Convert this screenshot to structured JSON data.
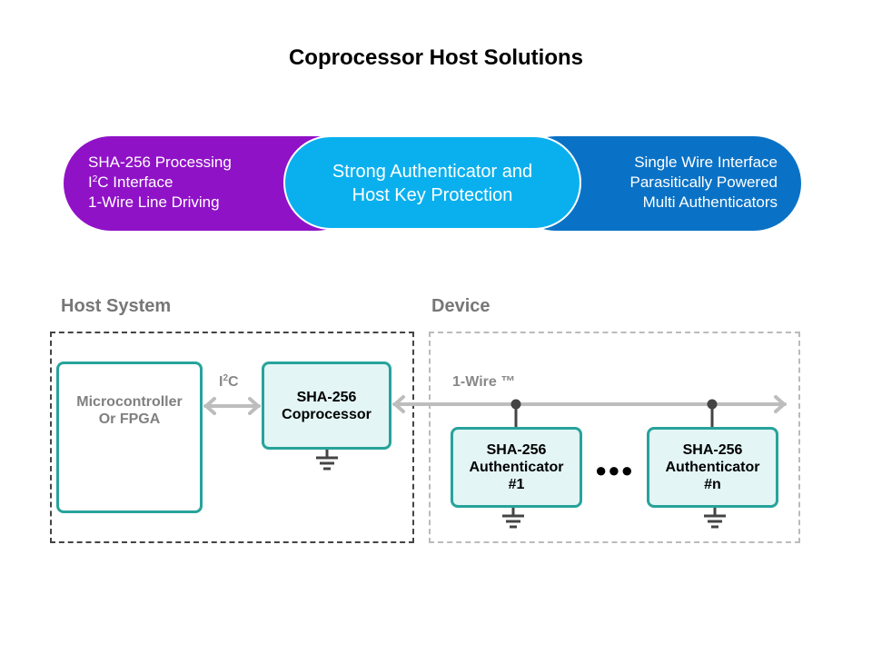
{
  "title": "Coprocessor Host Solutions",
  "banner": {
    "left": {
      "lines": [
        "SHA-256  Processing",
        "I",
        "2",
        "C Interface",
        "1-Wire Line Driving"
      ],
      "color": "#9012c7"
    },
    "middle": {
      "lines": [
        "Strong Authenticator and",
        "Host Key Protection"
      ],
      "color": "#0ab0ee"
    },
    "right": {
      "lines": [
        "Single Wire Interface",
        "Parasitically Powered",
        "Multi Authenticators"
      ],
      "color": "#0a72c6"
    }
  },
  "sections": {
    "host": "Host System",
    "device": "Device"
  },
  "blocks": {
    "mcu": [
      "Microcontroller",
      "Or FPGA"
    ],
    "coprocessor": [
      "SHA-256",
      "Coprocessor"
    ],
    "auth1": [
      "SHA-256",
      "Authenticator",
      "#1"
    ],
    "authn": [
      "SHA-256",
      "Authenticator",
      "#n"
    ]
  },
  "links": {
    "i2c": {
      "base": "I",
      "sup": "2",
      "rest": "C"
    },
    "onewire": "1-Wire ™"
  },
  "ellipsis": "●●●",
  "colors": {
    "block_border": "#27a39b",
    "block_fill": "#e3f5f5",
    "arrow": "#bdbdbd",
    "ground": "#444444"
  }
}
